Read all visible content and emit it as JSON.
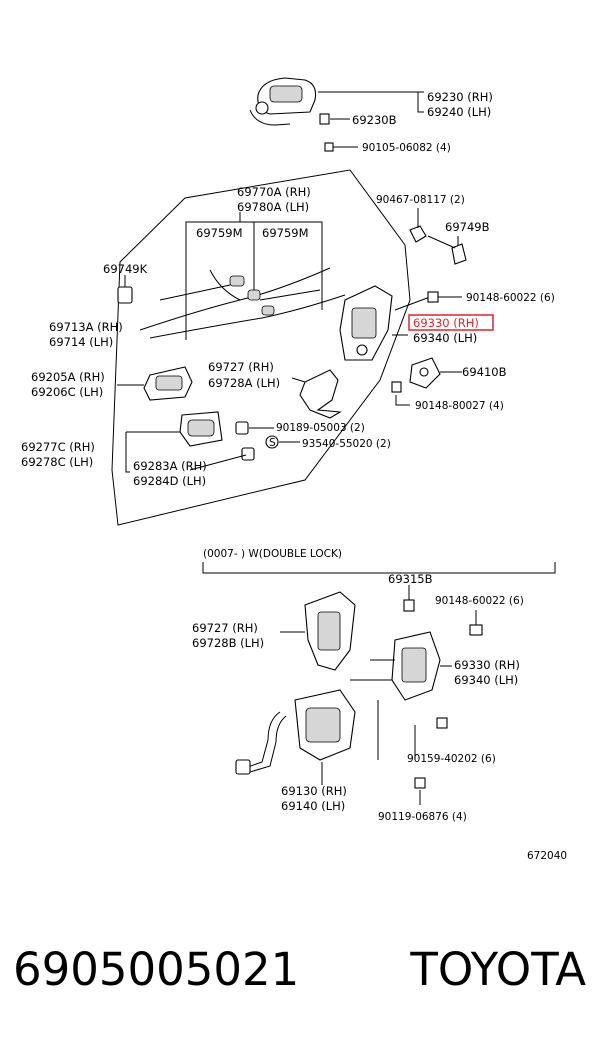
{
  "diagram": {
    "labels": {
      "l69230": "69230 (RH)",
      "l69240": "69240 (LH)",
      "l69230B": "69230B",
      "l90105": "90105-06082 (4)",
      "l69770A": "69770A (RH)",
      "l69780A": "69780A (LH)",
      "l90467": "90467-08117 (2)",
      "l69759M_a": "69759M",
      "l69759M_b": "69759M",
      "l69749B": "69749B",
      "l69749K": "69749K",
      "l90148_60022_top": "90148-60022 (6)",
      "l69713A": "69713A (RH)",
      "l69714": "69714   (LH)",
      "l69330_top": "69330 (RH)",
      "l69340_top": "69340 (LH)",
      "l69205A": "69205A (RH)",
      "l69206C": "69206C (LH)",
      "l69727_top": "69727   (RH)",
      "l69728A": "69728A (LH)",
      "l69410B": "69410B",
      "l90148_80027": "90148-80027 (4)",
      "l90189": "90189-05003 (2)",
      "l93540": "93540-55020 (2)",
      "l69277C": "69277C (RH)",
      "l69278C": "69278C (LH)",
      "l69283A": "69283A (RH)",
      "l69284D": "69284D (LH)",
      "l_s_mark": "S",
      "l_variant": "(0007-    )  W(DOUBLE  LOCK)",
      "l69315B": "69315B",
      "l90148_60022_bot": "90148-60022 (6)",
      "l69727_bot": "69727   (RH)",
      "l69728B": "69728B (LH)",
      "l69330_bot": "69330 (RH)",
      "l69340_bot": "69340 (LH)",
      "l90159": "90159-40202 (6)",
      "l69130": "69130 (RH)",
      "l69140": "69140 (LH)",
      "l90119": "90119-06876 (4)",
      "l_fig": "672040"
    },
    "highlight_color": "#e0242c"
  },
  "footer": {
    "part_number": "6905005021",
    "brand": "TOYOTA"
  }
}
